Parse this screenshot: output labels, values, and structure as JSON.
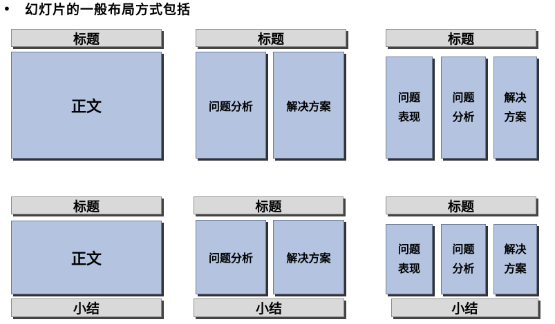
{
  "heading": {
    "bullet": "•",
    "text": "幻灯片的一般布局方式包括"
  },
  "labels": {
    "title": "标题",
    "body": "正文",
    "summary": "小结",
    "analysis": "问题分析",
    "solution": "解决方案",
    "symptom_line1": "问题",
    "symptom_line2": "表现",
    "analysis_line1": "问题",
    "analysis_line2": "分析",
    "solution_line1": "解决",
    "solution_line2": "方案"
  },
  "colors": {
    "panel_fill": "#b4c3e0",
    "bar_fill": "#d9d9d9"
  }
}
